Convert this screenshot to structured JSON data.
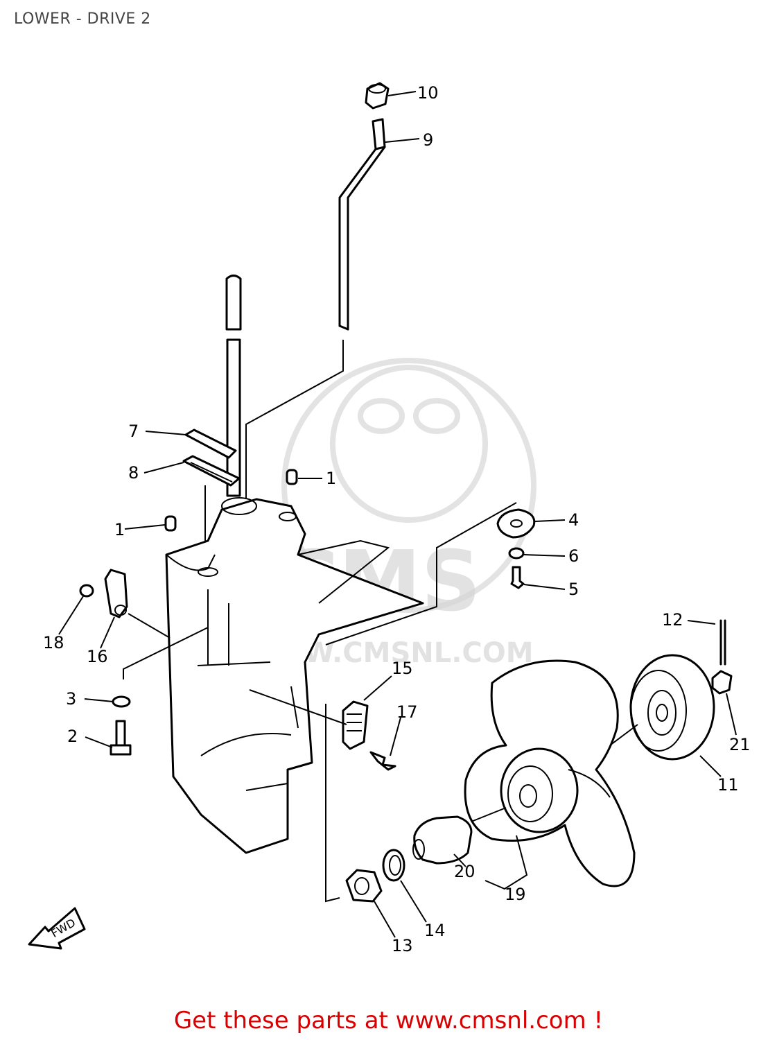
{
  "header": {
    "title": "LOWER - DRIVE 2"
  },
  "watermark": {
    "logo_text": "CMS",
    "url_text": "WWW.CMSNL.COM"
  },
  "diagram": {
    "callouts": [
      "10",
      "9",
      "7",
      "8",
      "1",
      "1",
      "4",
      "6",
      "5",
      "18",
      "16",
      "12",
      "15",
      "3",
      "17",
      "21",
      "2",
      "11",
      "20",
      "19",
      "14",
      "13"
    ],
    "fwd_label": "FWD"
  },
  "footer": {
    "link_text": "Get these parts at www.cmsnl.com !",
    "link_color": "#d80000"
  }
}
